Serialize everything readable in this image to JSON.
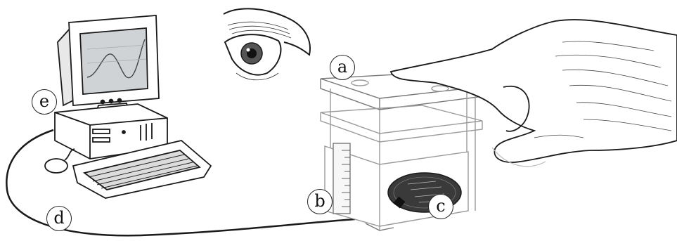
{
  "labels": {
    "a": "a",
    "b": "b",
    "c": "c",
    "d": "d",
    "e": "e"
  },
  "icons": [
    "computer-icon",
    "eye-icon",
    "hand-icon",
    "sensor-device-icon",
    "circuit-board-icon",
    "cable-icon"
  ],
  "colors": {
    "ink": "#1a1a1a",
    "screen": "#cfd3d6",
    "device_outline": "#9a9a9a",
    "board": "#3a3a3a"
  }
}
